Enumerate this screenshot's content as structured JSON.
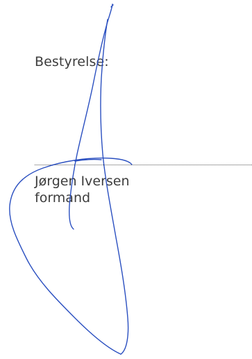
{
  "board": {
    "heading": "Bestyrelse:"
  },
  "signer": {
    "name": "Jørgen Iversen",
    "role": "formand"
  },
  "colors": {
    "text": "#3d3d3d",
    "ink": "#2a4fc0",
    "line": "#555555"
  }
}
